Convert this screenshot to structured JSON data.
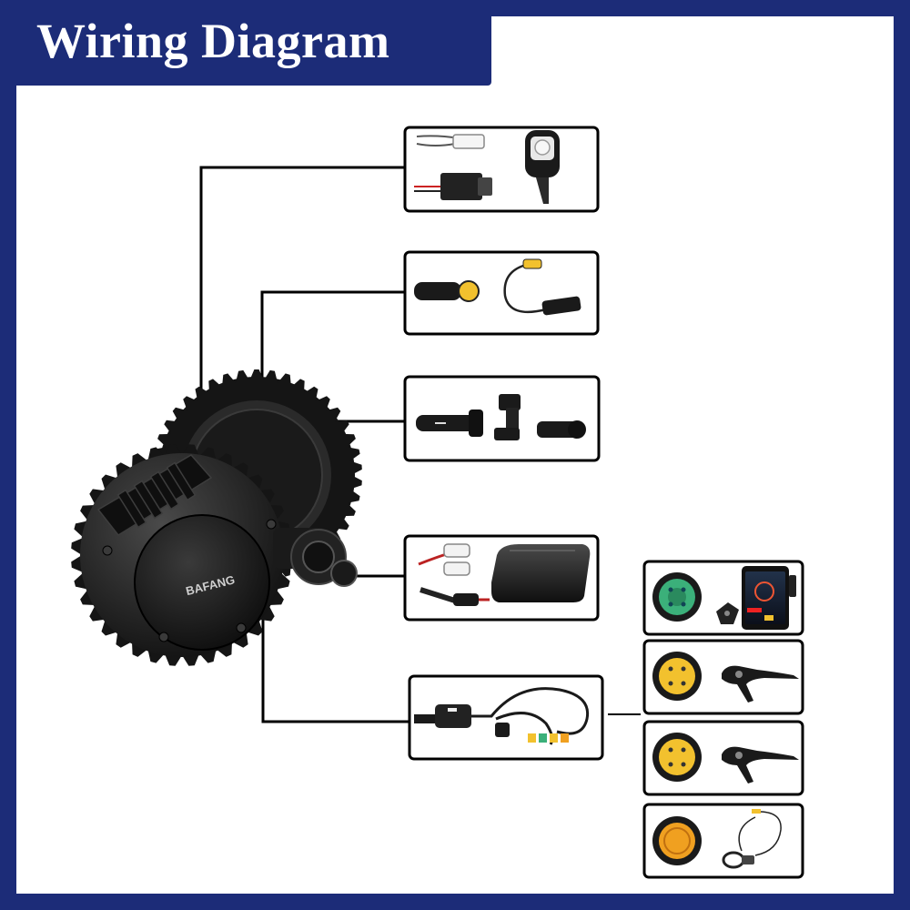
{
  "title": "Wiring Diagram",
  "motor": {
    "brand_text": "BAFANG"
  },
  "colors": {
    "frame_blue": "#1c2c78",
    "connector_green": "#3bb07a",
    "connector_yellow": "#f2c12e",
    "connector_orange": "#f0a020",
    "motor_black": "#1b1b1b"
  },
  "components": [
    {
      "id": "headlight",
      "icons": [
        "light-connector-icon",
        "headlight-icon"
      ]
    },
    {
      "id": "speed-sensor",
      "icons": [
        "speed-sensor-connector-icon",
        "speed-sensor-icon"
      ]
    },
    {
      "id": "gear-sensor",
      "icons": [
        "gear-sensor-connector-icon",
        "gear-sensor-icon"
      ]
    },
    {
      "id": "battery",
      "icons": [
        "power-cable-icon",
        "battery-icon"
      ]
    },
    {
      "id": "eb-bus",
      "icons": [
        "1t4-cable-icon"
      ]
    },
    {
      "id": "display",
      "icons": [
        "green-connector-icon",
        "display-icon"
      ]
    },
    {
      "id": "brake-left",
      "icons": [
        "yellow-connector-icon",
        "brake-lever-icon"
      ]
    },
    {
      "id": "brake-right",
      "icons": [
        "yellow-connector-icon",
        "brake-lever-icon"
      ]
    },
    {
      "id": "throttle",
      "icons": [
        "orange-connector-icon",
        "thumb-throttle-icon"
      ]
    }
  ]
}
